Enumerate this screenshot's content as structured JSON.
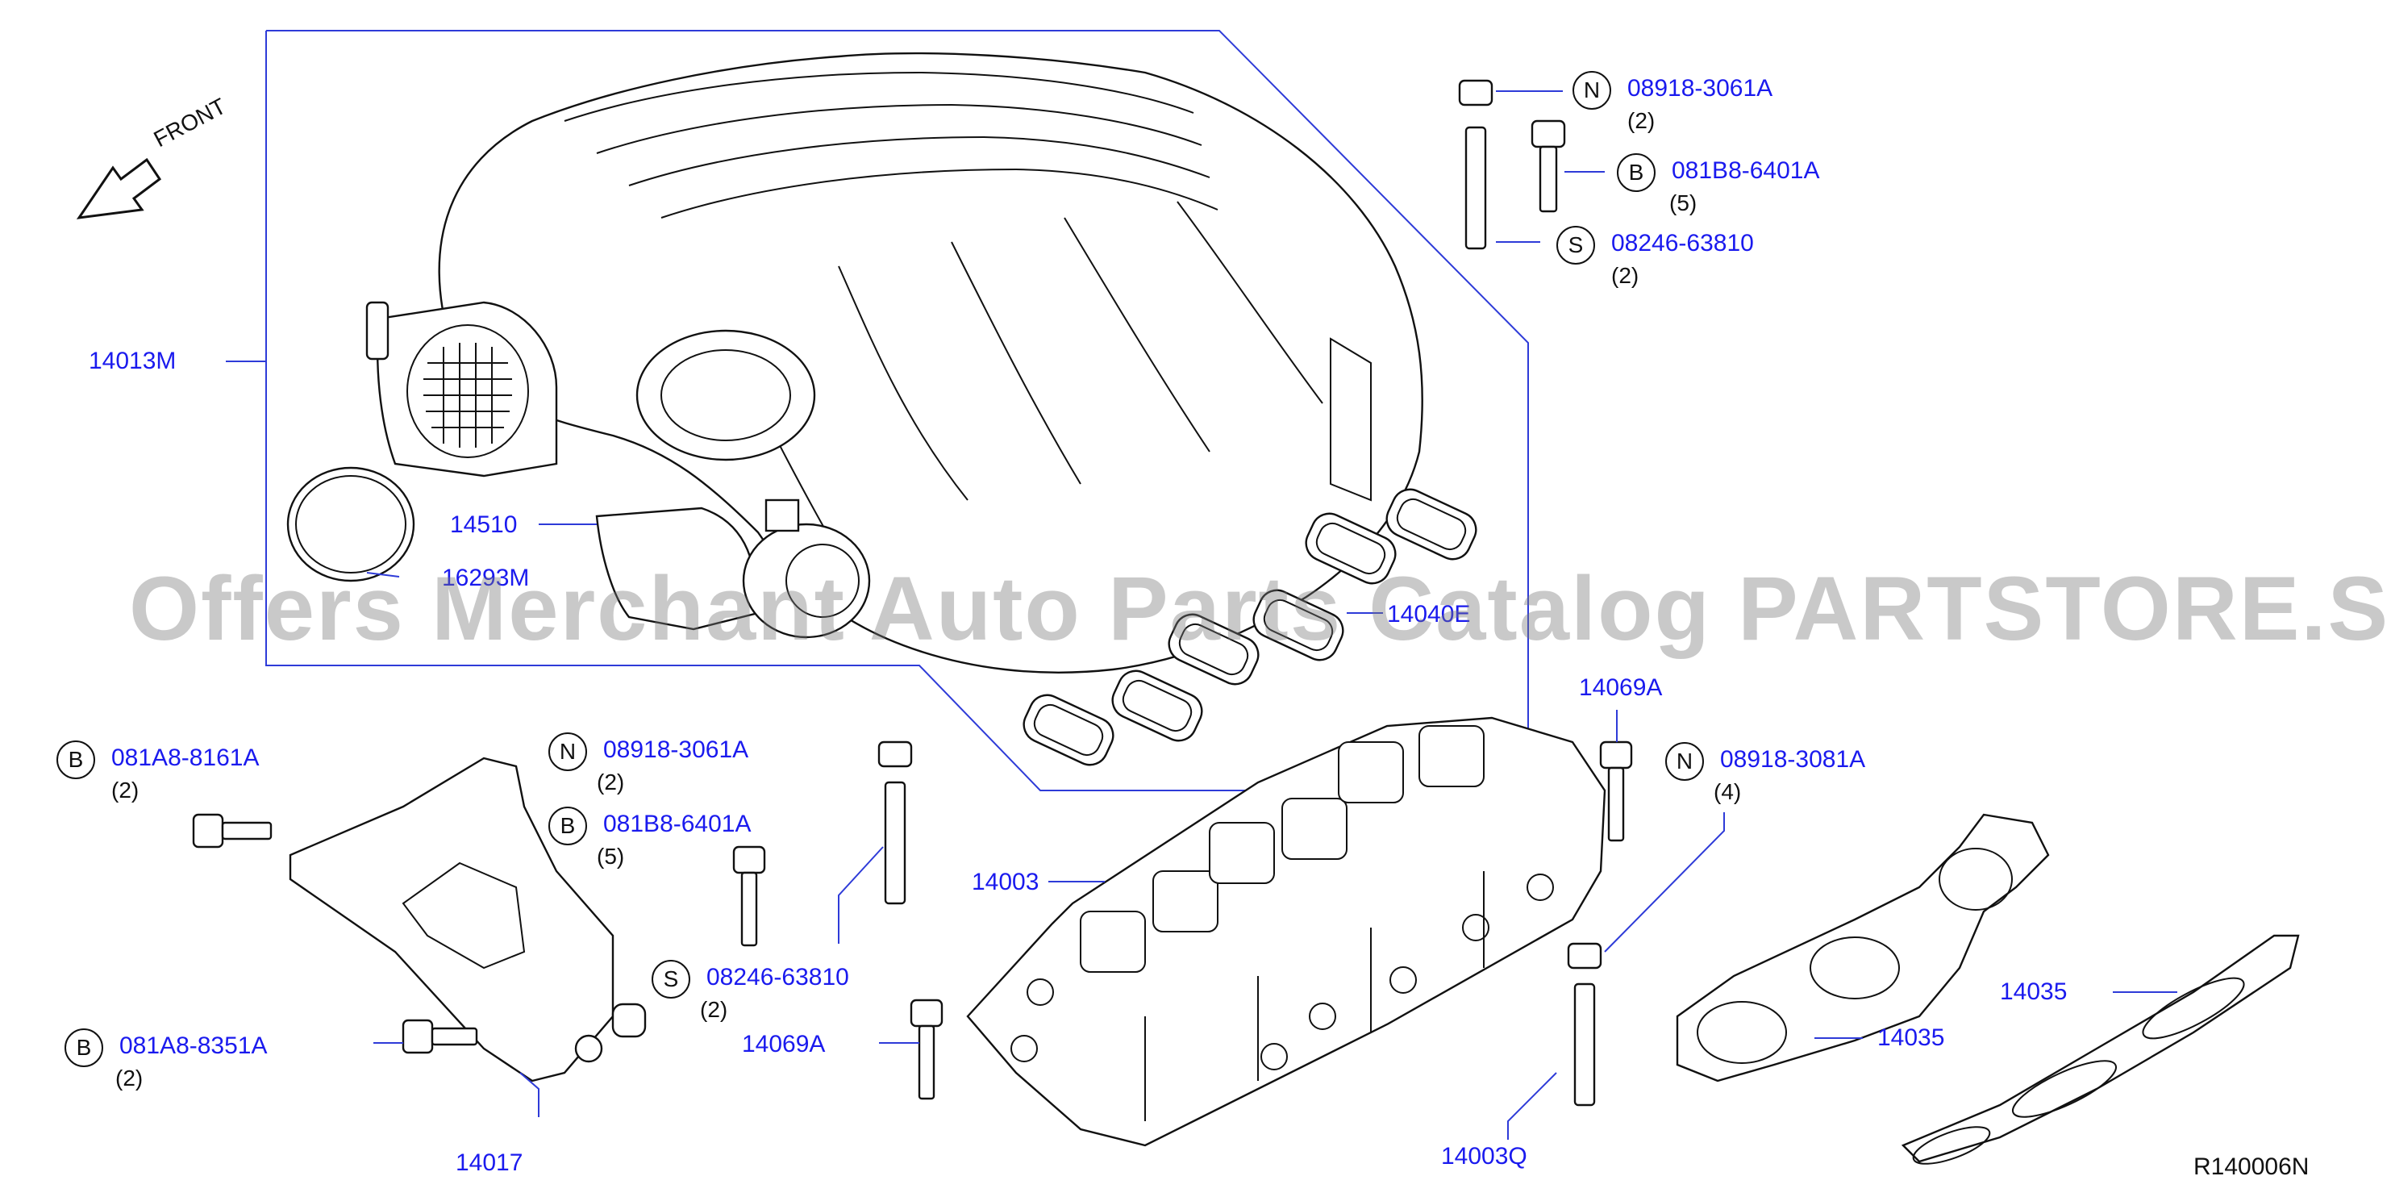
{
  "front_label": "FRONT",
  "diagram_ref": "R140006N",
  "watermark": "Offers Merchant Auto Parts Catalog PARTSTORE.SA",
  "colors": {
    "part_number": "#1a1aee",
    "leader_line": "#2e3bd8",
    "text": "#111111"
  },
  "parts": {
    "p14013M": "14013M",
    "p14510": "14510",
    "p16293M": "16293M",
    "p14040": "14040E",
    "p14003": "14003",
    "p14069A_top": "14069A",
    "p14069A_bottom": "14069A",
    "p14017": "14017",
    "p14003Q": "14003Q",
    "p14035_mid": "14035",
    "p14035_right": "14035"
  },
  "fasteners": {
    "top_nut": {
      "symbol": "N",
      "number": "08918-3061A",
      "qty": "(2)"
    },
    "top_bolt": {
      "symbol": "B",
      "number": "081B8-6401A",
      "qty": "(5)"
    },
    "top_stud": {
      "symbol": "S",
      "number": "08246-63810",
      "qty": "(2)"
    },
    "left_bolt_1": {
      "symbol": "B",
      "number": "081A8-8161A",
      "qty": "(2)"
    },
    "left_bolt_2": {
      "symbol": "B",
      "number": "081A8-8351A",
      "qty": "(2)"
    },
    "mid_nut": {
      "symbol": "N",
      "number": "08918-3061A",
      "qty": "(2)"
    },
    "mid_bolt": {
      "symbol": "B",
      "number": "081B8-6401A",
      "qty": "(5)"
    },
    "mid_stud": {
      "symbol": "S",
      "number": "08246-63810",
      "qty": "(2)"
    },
    "right_nut": {
      "symbol": "N",
      "number": "08918-3081A",
      "qty": "(4)"
    }
  }
}
